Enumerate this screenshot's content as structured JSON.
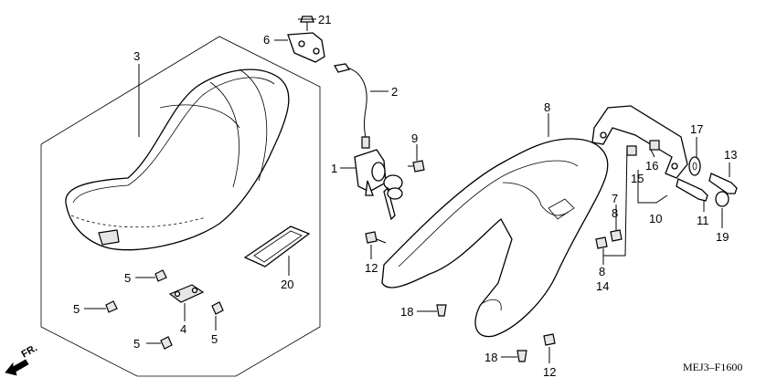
{
  "diagram_code": "MEJ3–F1600",
  "front_label": "FR.",
  "callouts": [
    {
      "id": "c1",
      "text": "1"
    },
    {
      "id": "c2",
      "text": "2"
    },
    {
      "id": "c3",
      "text": "3"
    },
    {
      "id": "c4",
      "text": "4"
    },
    {
      "id": "c5a",
      "text": "5"
    },
    {
      "id": "c5b",
      "text": "5"
    },
    {
      "id": "c5c",
      "text": "5"
    },
    {
      "id": "c5d",
      "text": "5"
    },
    {
      "id": "c6",
      "text": "6"
    },
    {
      "id": "c7",
      "text": "7"
    },
    {
      "id": "c8a",
      "text": "8"
    },
    {
      "id": "c8b",
      "text": "8"
    },
    {
      "id": "c8c",
      "text": "8"
    },
    {
      "id": "c9",
      "text": "9"
    },
    {
      "id": "c10",
      "text": "10"
    },
    {
      "id": "c11",
      "text": "11"
    },
    {
      "id": "c12a",
      "text": "12"
    },
    {
      "id": "c12b",
      "text": "12"
    },
    {
      "id": "c13",
      "text": "13"
    },
    {
      "id": "c14",
      "text": "14"
    },
    {
      "id": "c15",
      "text": "15"
    },
    {
      "id": "c16",
      "text": "16"
    },
    {
      "id": "c17",
      "text": "17"
    },
    {
      "id": "c18a",
      "text": "18"
    },
    {
      "id": "c18b",
      "text": "18"
    },
    {
      "id": "c19",
      "text": "19"
    },
    {
      "id": "c20",
      "text": "20"
    },
    {
      "id": "c21",
      "text": "21"
    }
  ]
}
